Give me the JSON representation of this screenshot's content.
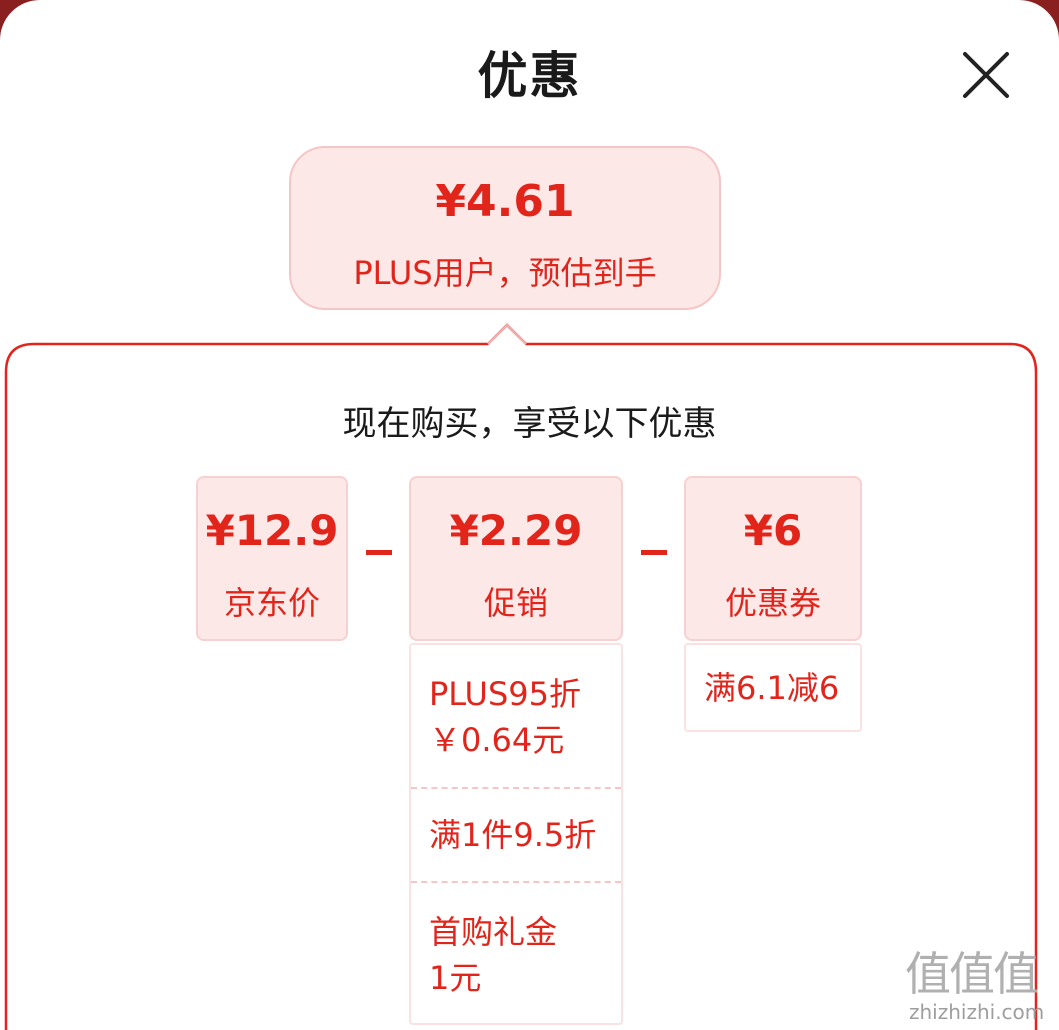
{
  "header": {
    "title": "优惠"
  },
  "summary": {
    "price": "¥4.61",
    "label": "PLUS用户，预估到手"
  },
  "panel": {
    "subtitle": "现在购买，享受以下优惠"
  },
  "breakdown": {
    "jd_price": {
      "amount": "¥12.9",
      "label": "京东价"
    },
    "promotion": {
      "amount": "¥2.29",
      "label": "促销",
      "details": [
        {
          "line1": "PLUS95折",
          "line2": "￥0.64元"
        },
        {
          "line1": "满1件9.5折"
        },
        {
          "line1": "首购礼金",
          "line2": "1元"
        }
      ]
    },
    "coupon": {
      "amount": "¥6",
      "label": "优惠券",
      "details": [
        {
          "line1": "满6.1减6"
        }
      ]
    }
  },
  "watermark": {
    "glyphs": "值值值",
    "url": "zhizhizhi.com"
  },
  "colors": {
    "accent": "#e1251b",
    "box_bg": "#fde8e8",
    "box_border": "#f6c6c6"
  }
}
